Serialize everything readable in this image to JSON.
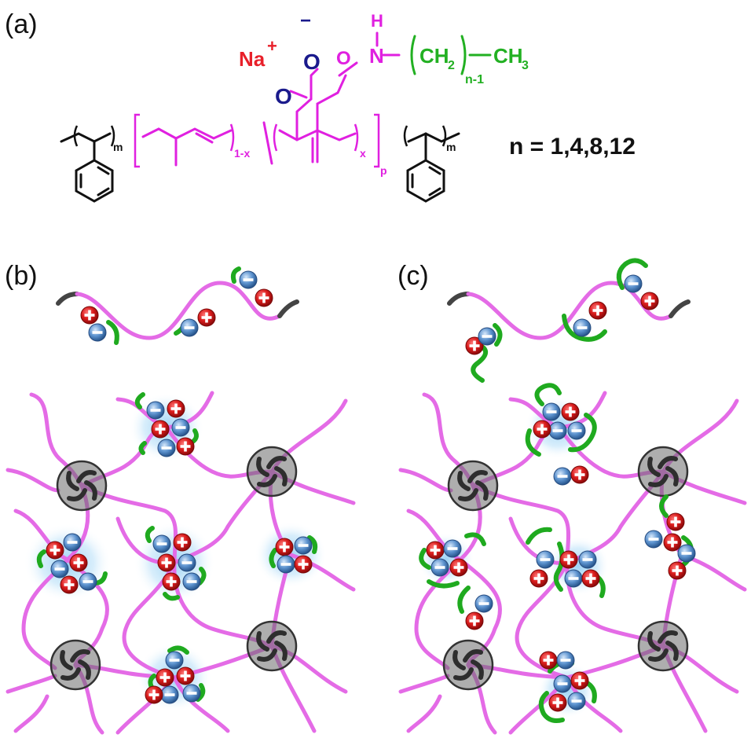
{
  "panels": {
    "a": "(a)",
    "b": "(b)",
    "c": "(c)"
  },
  "structure": {
    "na": "Na",
    "na_charge": "+",
    "o_minus": "−",
    "o1": "O",
    "o2": "O",
    "o3": "O",
    "h": "H",
    "n": "N",
    "ch2": "CH",
    "ch2_sub": "2",
    "ch3": "CH",
    "ch3_sub": "3",
    "n_minus_1": "n-1",
    "m_left": "m",
    "m_right": "m",
    "one_minus_x": "1-x",
    "x": "x",
    "p": "p",
    "n_values": "n = 1,4,8,12"
  },
  "symbols": {
    "cation": "+",
    "anion": "−"
  },
  "colors": {
    "pink": "#e020e0",
    "chain_pink": "#e46be6",
    "green": "#22b022",
    "navy": "#1a1a8c",
    "red": "#e8202a",
    "cation": "#d81b1b",
    "anion": "#4f86c6",
    "halo": "#7cc4f2",
    "domain": "#6c6c6c"
  }
}
